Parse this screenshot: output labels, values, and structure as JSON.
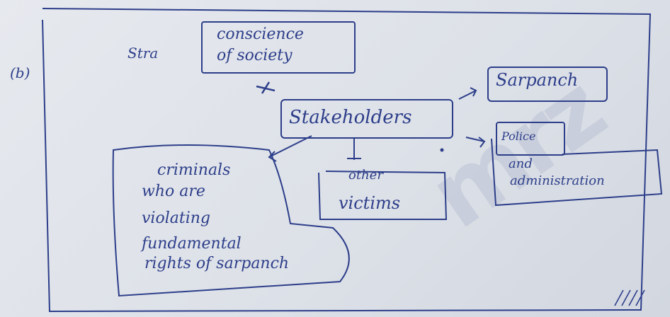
{
  "question_marker": "(b)",
  "prefix": "Stra",
  "boxes": {
    "conscience_line1": "conscience",
    "conscience_line2": "of society",
    "stakeholders": "Stakeholders",
    "sarpanch": "Sarpanch",
    "other_victims_line1": "other",
    "other_victims_line2": "victims",
    "police_line1": "Police",
    "police_line2": "and",
    "police_line3": "administration",
    "criminals_line1": "criminals",
    "criminals_line2": "who are",
    "criminals_line3": "violating",
    "criminals_line4": "fundamental",
    "criminals_line5": "rights of sarpanch"
  },
  "watermark": "mrz",
  "colors": {
    "ink": "#2d3e8a",
    "paper": "#e3e6ec"
  }
}
